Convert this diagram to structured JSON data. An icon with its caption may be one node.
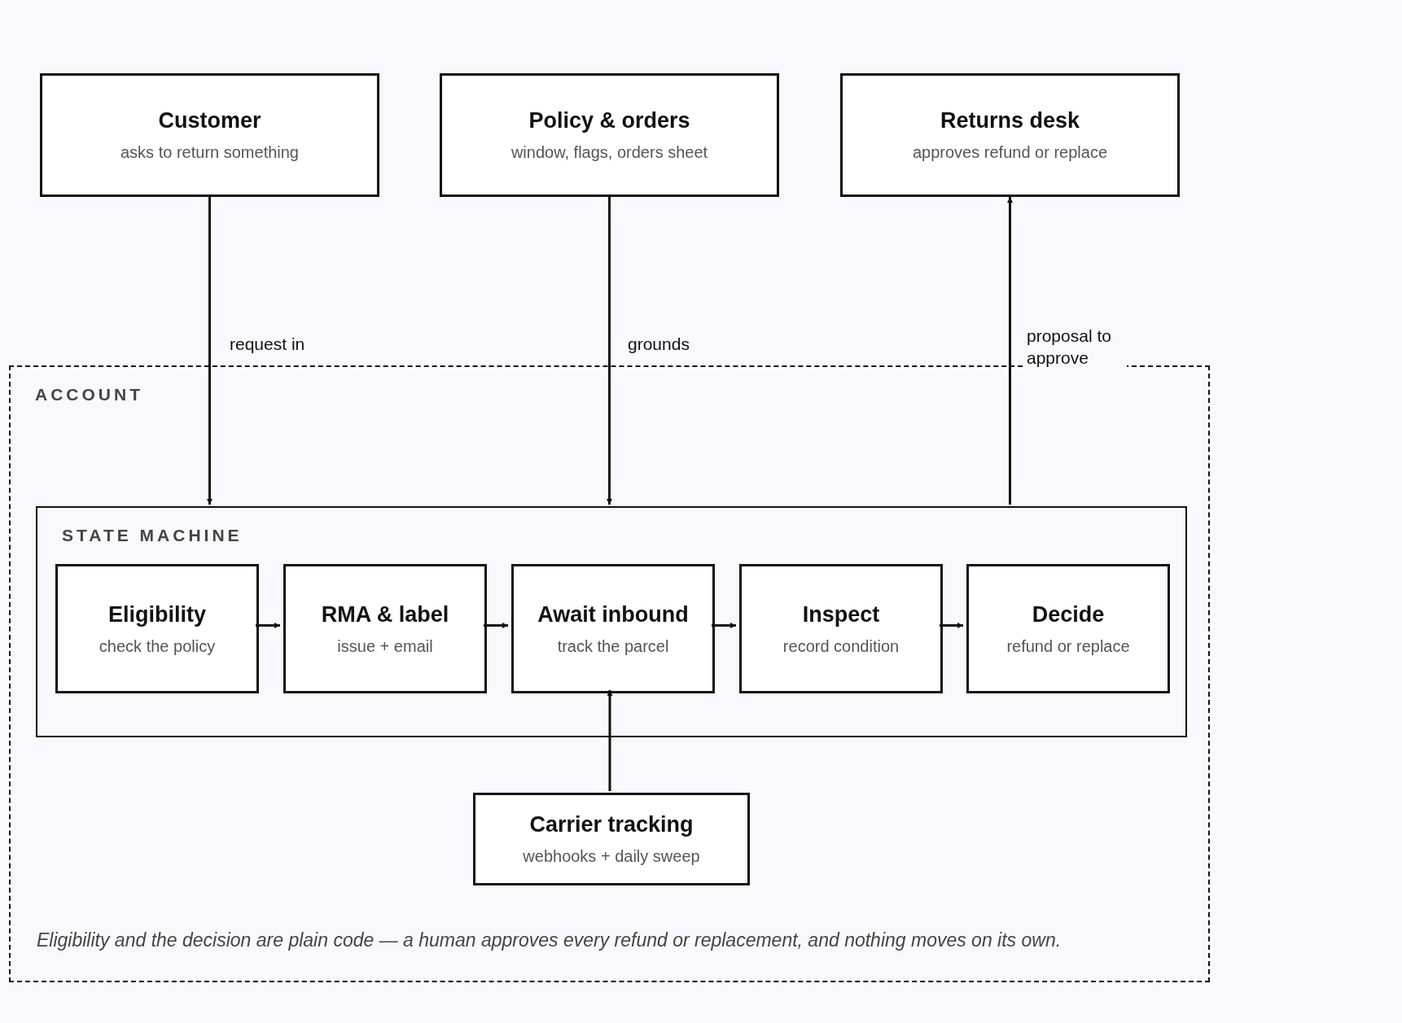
{
  "diagram": {
    "nodes": [
      {
        "text": [
          "Customer",
          "asks to return something"
        ]
      },
      {
        "text": [
          "Policy & orders",
          "window, flags, orders sheet"
        ]
      },
      {
        "text": [
          "Returns desk",
          "approves refund or replace"
        ]
      },
      {
        "text": [
          "ACCOUNT",
          "Eligibility and the decision are plain code — a human approves every refund or replacement, and nothing moves on its own."
        ]
      },
      {
        "text": [
          "STATE MACHINE"
        ],
        "in": 3
      },
      {
        "text": [
          "Eligibility",
          "check the policy"
        ],
        "in": 4
      },
      {
        "text": [
          "RMA & label",
          "issue + email"
        ],
        "in": 4
      },
      {
        "text": [
          "Await inbound",
          "track the parcel"
        ],
        "in": 4
      },
      {
        "text": [
          "Inspect",
          "record condition"
        ],
        "in": 4
      },
      {
        "text": [
          "Decide",
          "refund or replace"
        ],
        "in": 4
      },
      {
        "text": [
          "Carrier tracking",
          "webhooks + daily sweep"
        ],
        "in": 3
      }
    ],
    "edges": [
      {
        "from": 0,
        "to": 4,
        "arrow": "to",
        "label": "request in"
      },
      {
        "from": 1,
        "to": 4,
        "arrow": "to",
        "label": "grounds"
      },
      {
        "from": 4,
        "to": 2,
        "arrow": "to",
        "label": "proposal to approve"
      },
      {
        "from": 5,
        "to": 6,
        "arrow": "to"
      },
      {
        "from": 6,
        "to": 7,
        "arrow": "to"
      },
      {
        "from": 7,
        "to": 8,
        "arrow": "to"
      },
      {
        "from": 8,
        "to": 9,
        "arrow": "to"
      },
      {
        "from": 10,
        "to": 7,
        "arrow": "to"
      }
    ]
  }
}
